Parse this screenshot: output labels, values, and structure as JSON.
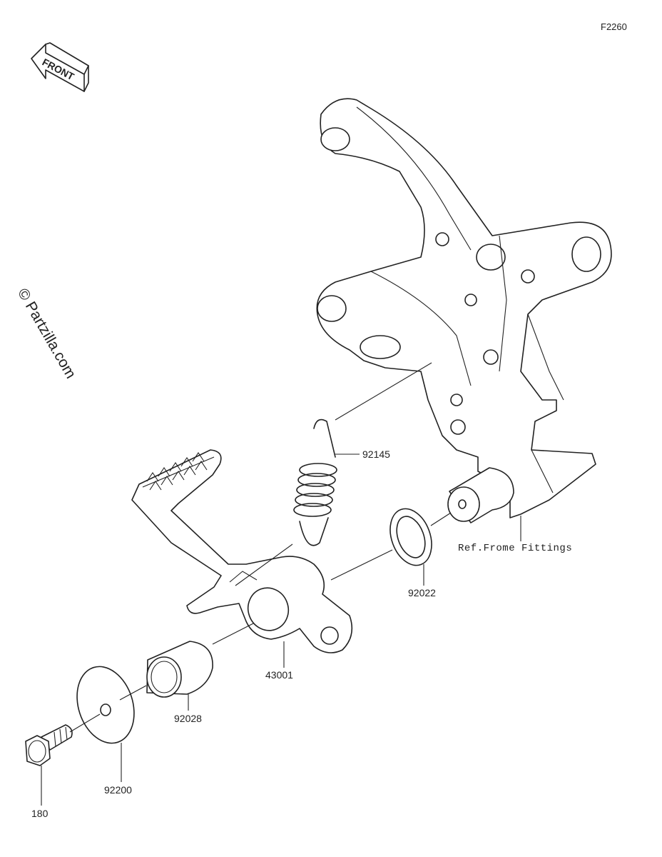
{
  "figure_code": "F2260",
  "front_label": "FRONT",
  "watermark": "© Partzilla.com",
  "reference_label": "Ref.Frome Fittings",
  "parts": [
    {
      "number": "92145",
      "name": "spring"
    },
    {
      "number": "92022",
      "name": "washer"
    },
    {
      "number": "43001",
      "name": "brake-pedal"
    },
    {
      "number": "92028",
      "name": "bushing"
    },
    {
      "number": "92200",
      "name": "washer"
    },
    {
      "number": "180",
      "name": "bolt"
    }
  ]
}
